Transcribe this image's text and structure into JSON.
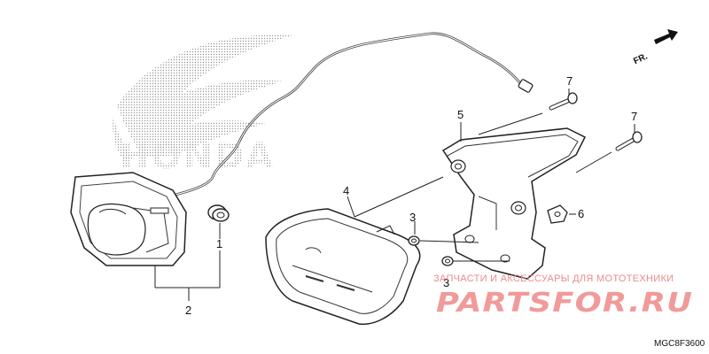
{
  "brand": {
    "text": "HONDA"
  },
  "direction_marker": {
    "text": "FR."
  },
  "callouts": [
    {
      "id": "1",
      "text": "1"
    },
    {
      "id": "2",
      "text": "2"
    },
    {
      "id": "3a",
      "text": "3"
    },
    {
      "id": "3b",
      "text": "3"
    },
    {
      "id": "4",
      "text": "4"
    },
    {
      "id": "5",
      "text": "5"
    },
    {
      "id": "6",
      "text": "6"
    },
    {
      "id": "7a",
      "text": "7"
    },
    {
      "id": "7b",
      "text": "7"
    }
  ],
  "watermark": {
    "caption": "ЗАПЧАСТИ И АКСЕССУАРЫ ДЛЯ МОТОТЕХНИКИ",
    "site": "PARTSFOR.RU"
  },
  "diagram_code": "MGC8F3600"
}
